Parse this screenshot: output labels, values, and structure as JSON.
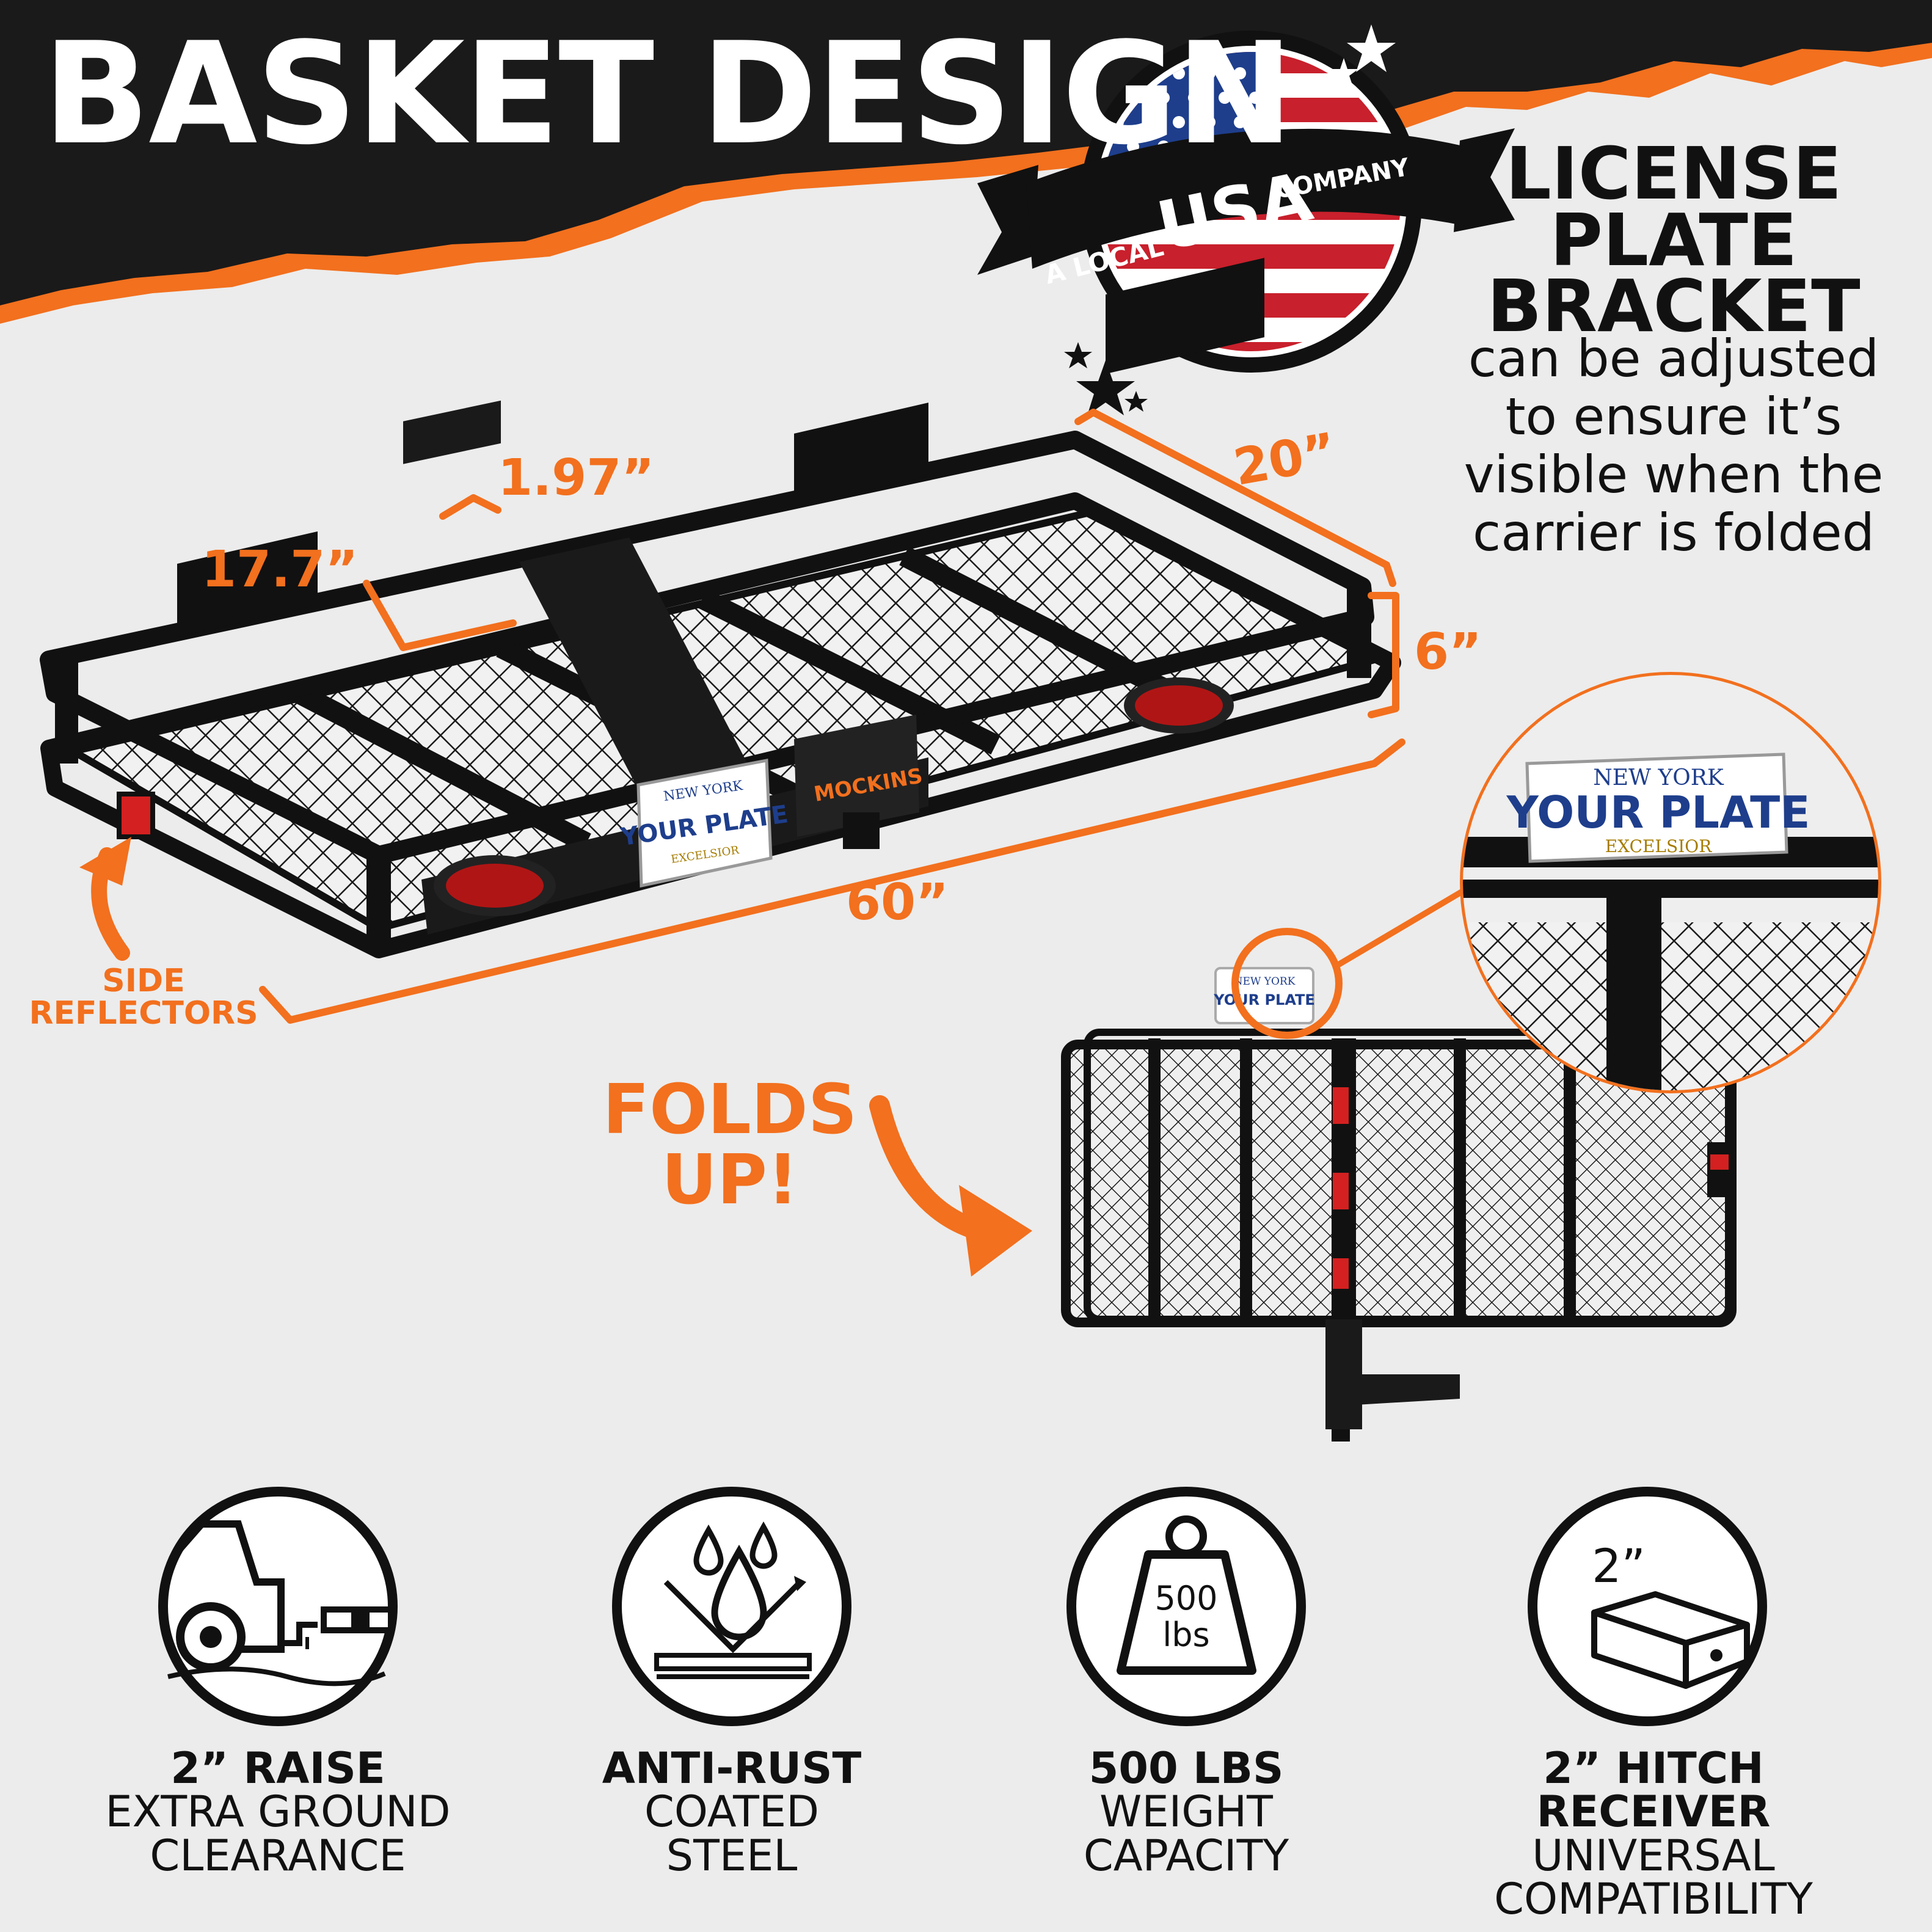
{
  "headline": "BASKET DESIGN",
  "badge": {
    "line_left": "A LOCAL",
    "line_mid": "USA",
    "line_right": "COMPANY"
  },
  "license_plate_callout": {
    "title_lines": [
      "LICENSE",
      "PLATE",
      "BRACKET"
    ],
    "description_lines": [
      "can be adjusted",
      "to ensure it’s",
      "visible when the",
      "carrier is folded"
    ]
  },
  "dimensions": {
    "depth_inner": "17.7”",
    "shank": "1.97”",
    "width": "20”",
    "height": "6”",
    "length": "60”"
  },
  "side_reflectors": [
    "SIDE",
    "REFLECTORS"
  ],
  "folds_up": [
    "FOLDS",
    "UP!"
  ],
  "brand": "MOCKINS",
  "plate": {
    "state": "NEW YORK",
    "text": "YOUR PLATE",
    "motto": "EXCELSIOR"
  },
  "weight_icon_text": [
    "500",
    "lbs"
  ],
  "hitch_icon_text": "2”",
  "features": [
    {
      "title": "2” RAISE",
      "desc_lines": [
        "EXTRA GROUND",
        "CLEARANCE"
      ],
      "icon": "car-raise-icon"
    },
    {
      "title": "ANTI-RUST",
      "desc_lines": [
        "COATED",
        "STEEL"
      ],
      "icon": "water-drops-icon"
    },
    {
      "title": "500 LBS",
      "desc_lines": [
        "WEIGHT",
        "CAPACITY"
      ],
      "icon": "weight-icon"
    },
    {
      "title": "2” HITCH RECEIVER",
      "desc_lines": [
        "UNIVERSAL",
        "COMPATIBILITY"
      ],
      "icon": "hitch-receiver-icon"
    }
  ],
  "colors": {
    "accent_orange": "#f2701e",
    "dark": "#111111",
    "banner": "#1a1a1a",
    "background": "#ececec",
    "flag_red": "#c8202c",
    "flag_blue": "#1e3e8c"
  }
}
